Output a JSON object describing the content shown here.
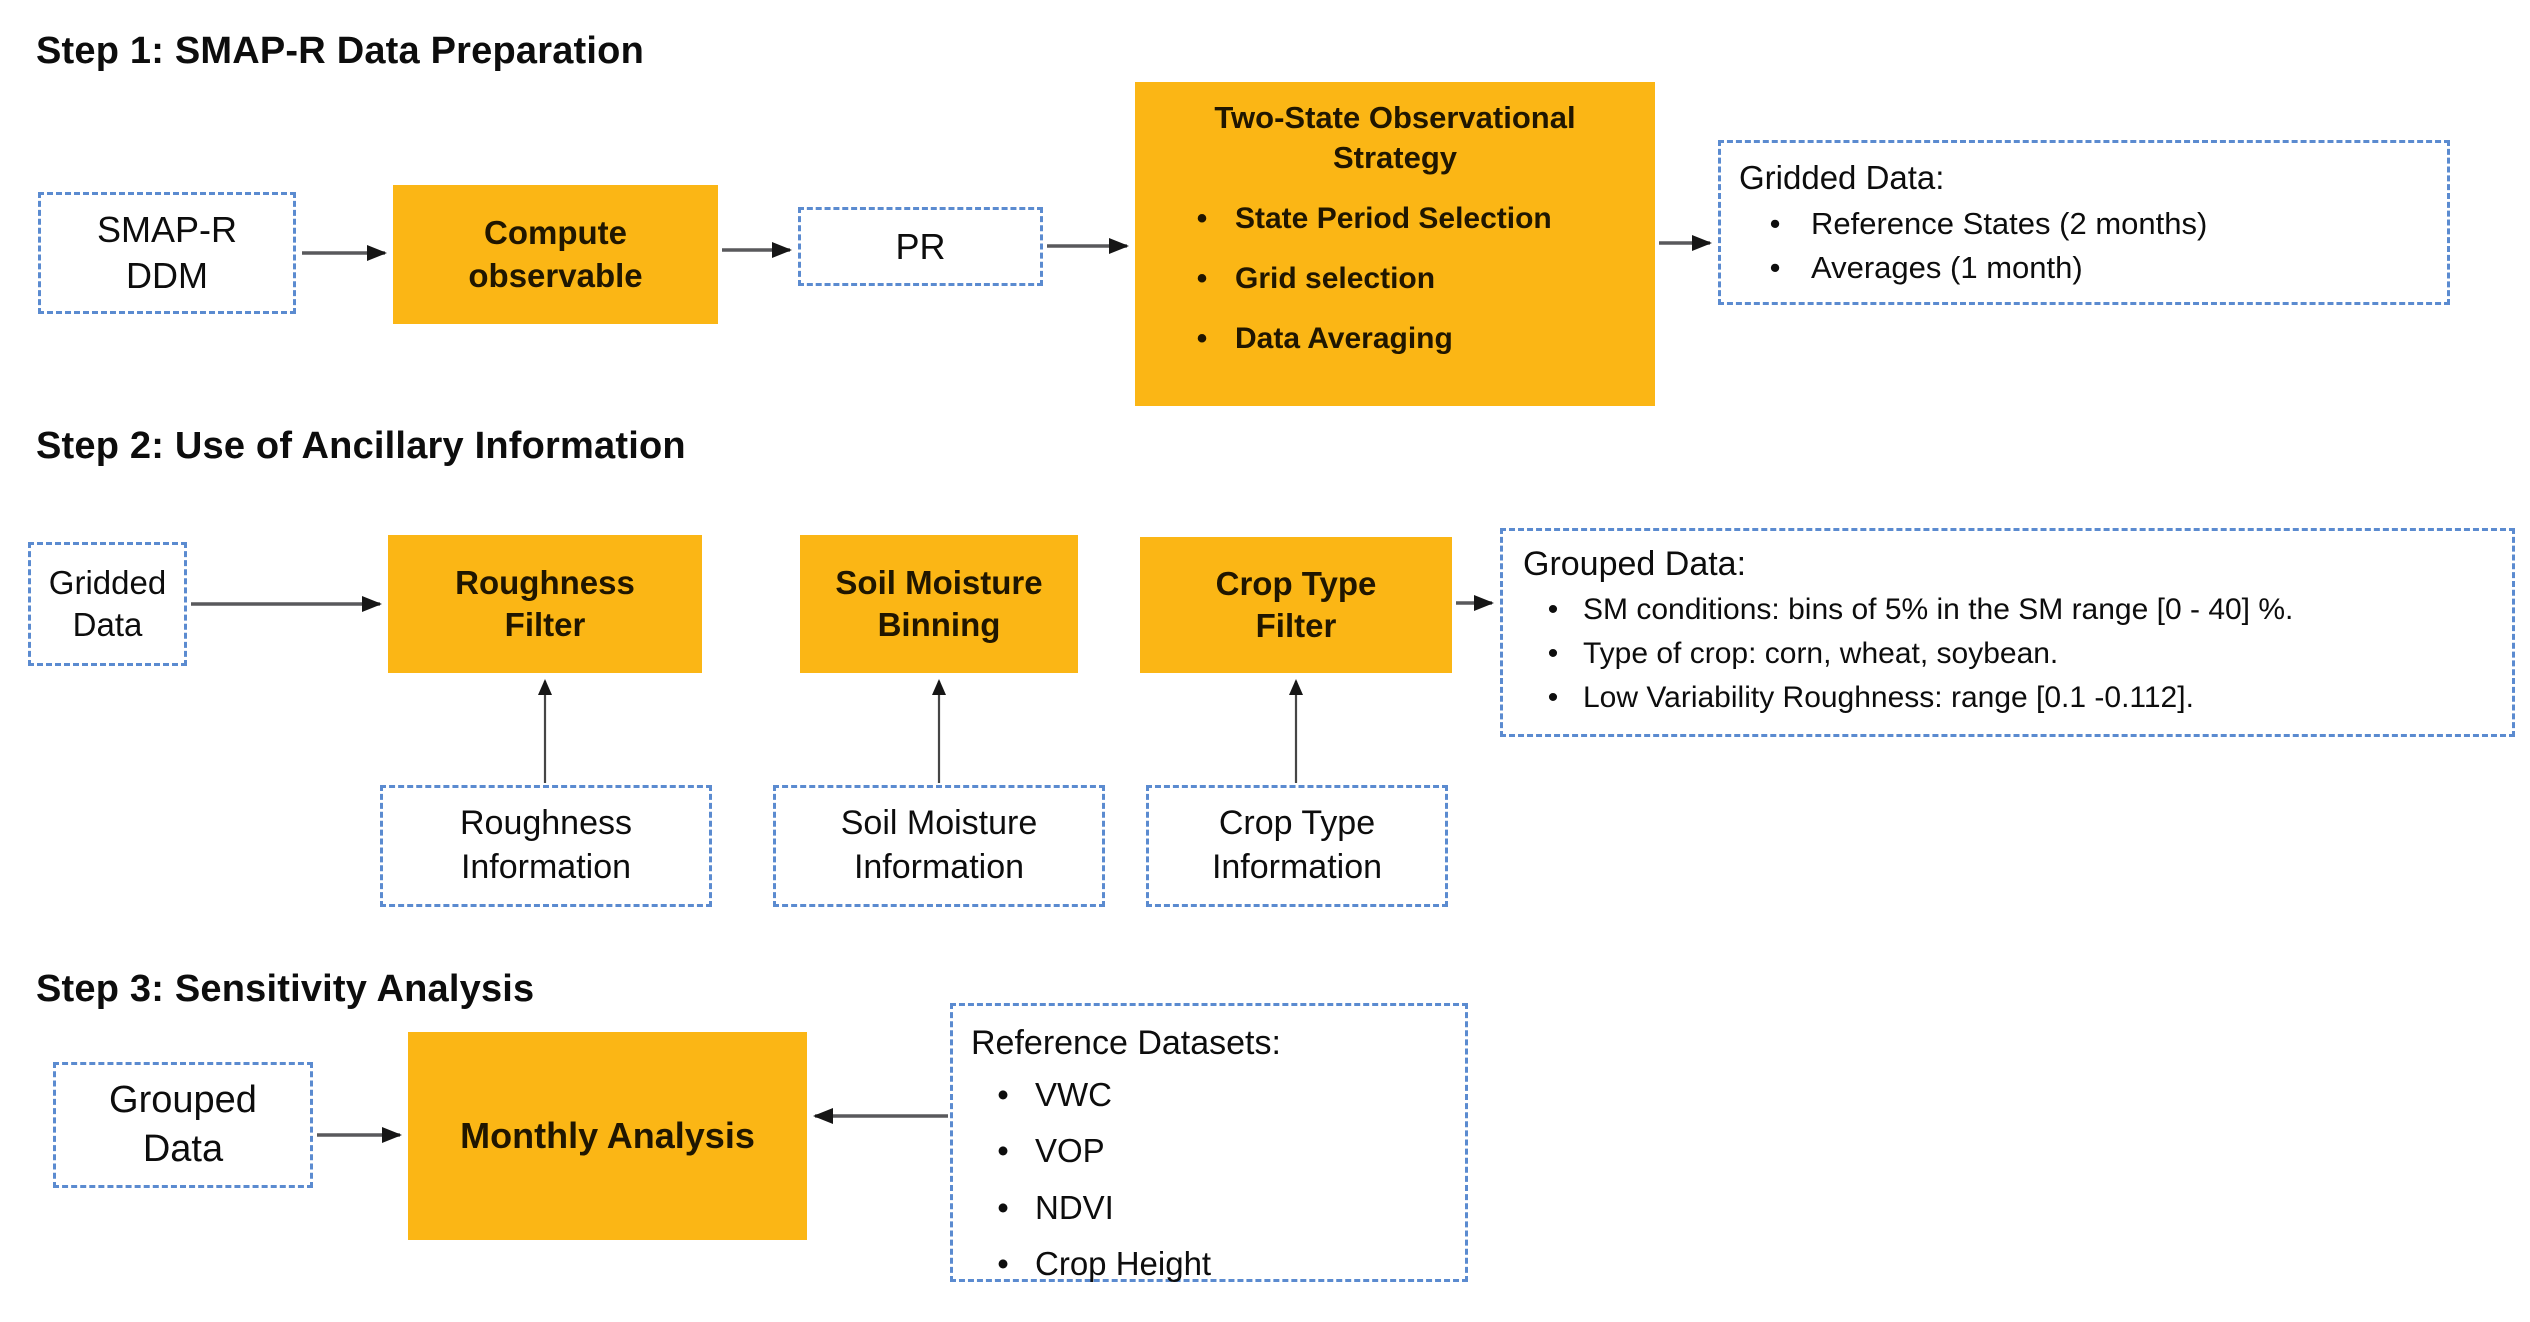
{
  "colors": {
    "box_fill_orange": "#FBB615",
    "dashed_border_blue": "#5b8bd0",
    "text_ink": "#0d0d0d",
    "text_on_orange": "#201600",
    "arrow_line": "#59595c"
  },
  "step1": {
    "title": "Step 1: SMAP-R Data Preparation",
    "smap_box": "SMAP-R\nDDM",
    "compute_box": "Compute\nobservable",
    "pr_box": "PR",
    "two_state": {
      "title": "Two-State Observational\nStrategy",
      "bullets": [
        "State Period Selection",
        "Grid selection",
        "Data Averaging"
      ]
    },
    "gridded_output": {
      "title": "Gridded Data:",
      "bullets": [
        "Reference States (2 months)",
        "Averages (1 month)"
      ]
    }
  },
  "step2": {
    "title": "Step 2: Use of Ancillary Information",
    "gridded_box": "Gridded\nData",
    "roughness_filter": "Roughness\nFilter",
    "soil_moisture_binning": "Soil Moisture\nBinning",
    "crop_type_filter": "Crop Type\nFilter",
    "grouped_output": {
      "title": "Grouped Data:",
      "bullets": [
        "SM conditions: bins of 5% in the SM range [0 - 40] %.",
        "Type of crop: corn, wheat, soybean.",
        "Low Variability Roughness: range [0.1 -0.112]."
      ]
    },
    "roughness_info": "Roughness\nInformation",
    "soil_moisture_info": "Soil Moisture\nInformation",
    "crop_type_info": "Crop Type\nInformation"
  },
  "step3": {
    "title": "Step 3: Sensitivity Analysis",
    "grouped_box": "Grouped\nData",
    "monthly_analysis": "Monthly Analysis",
    "reference_datasets": {
      "title": "Reference Datasets:",
      "bullets": [
        "VWC",
        "VOP",
        "NDVI",
        "Crop Height"
      ]
    }
  }
}
